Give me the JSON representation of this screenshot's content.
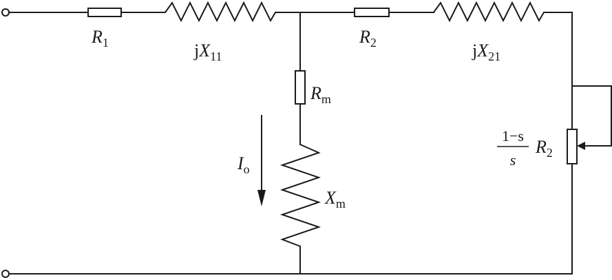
{
  "labels": {
    "r1": {
      "main": "R",
      "sub": "1"
    },
    "x11": {
      "prefix": "j",
      "main": "X",
      "sub": "11"
    },
    "r2": {
      "main": "R",
      "sub": "2"
    },
    "x21": {
      "prefix": "j",
      "main": "X",
      "sub": "21"
    },
    "rm": {
      "main": "R",
      "sub": "m"
    },
    "xm": {
      "main": "X",
      "sub": "m"
    },
    "io": {
      "main": "I",
      "sub": "o"
    },
    "load": {
      "numerator": "1−s",
      "denominator": "s",
      "main": "R",
      "sub": "2"
    }
  },
  "colors": {
    "ink": "#1a1a1a",
    "background": "#ffffff"
  }
}
